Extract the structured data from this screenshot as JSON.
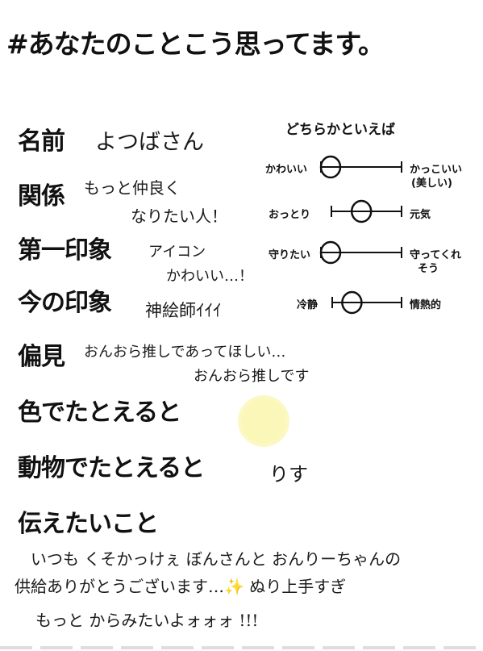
{
  "title": "#あなたのことこう思ってます。",
  "fields": [
    {
      "key": "name",
      "label": "名前",
      "answer_lines": [
        "よつばさん"
      ]
    },
    {
      "key": "relation",
      "label": "関係",
      "answer_lines": [
        "もっと仲良く",
        "なりたい人！"
      ]
    },
    {
      "key": "first_impression",
      "label": "第一印象",
      "answer_lines": [
        "アイコン",
        "かわいい…！"
      ]
    },
    {
      "key": "current_impression",
      "label": "今の印象",
      "answer_lines": [
        "神絵師ｲｲｲ"
      ]
    },
    {
      "key": "bias",
      "label": "偏見",
      "answer_lines": [
        "おんおら推しであってほしい…",
        "おんおら推しです"
      ]
    },
    {
      "key": "color",
      "label": "色でたとえると",
      "answer_color": "#fbf7b8"
    },
    {
      "key": "animal",
      "label": "動物でたとえると",
      "answer_lines": [
        "りす"
      ]
    },
    {
      "key": "message",
      "label": "伝えたいこと"
    }
  ],
  "message_lines": [
    "いつも くそかっけぇ ぼんさんと おんりーちゃんの",
    "供給ありがとうございます…✨ ぬり上手すぎ",
    "もっと からみたいよォォォ !!!"
  ],
  "scales": {
    "heading": "どちらかといえば",
    "items": [
      {
        "left_label": "かわいい",
        "right_label": "かっこいい",
        "right_sub": "(美しい)",
        "value": 0.0
      },
      {
        "left_label": "おっとり",
        "right_label": "元気",
        "right_sub": "",
        "value": 0.4
      },
      {
        "left_label": "守りたい",
        "right_label": "守ってくれ",
        "right_sub": "そう",
        "value": 0.0
      },
      {
        "left_label": "冷静",
        "right_label": "情熱的",
        "right_sub": "",
        "value": 0.2
      }
    ]
  }
}
